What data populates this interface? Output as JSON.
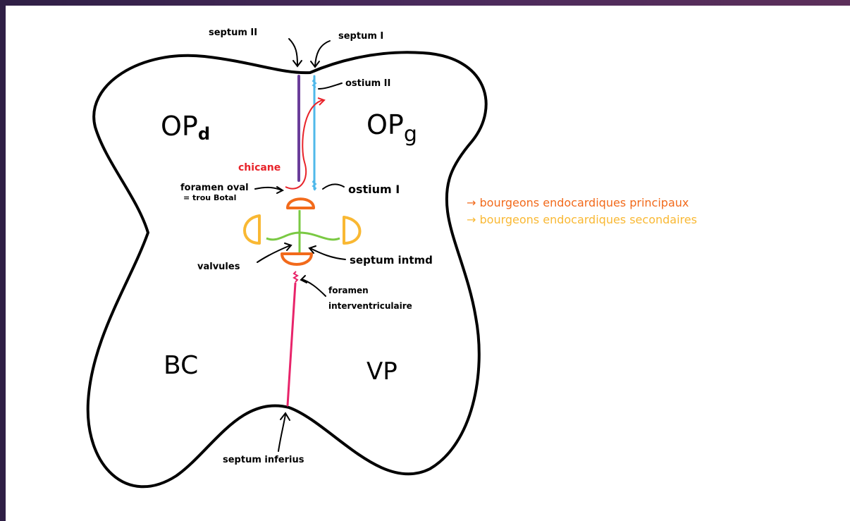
{
  "diagram": {
    "regions": {
      "op_d": "OP",
      "op_d_sub": "d",
      "op_g": "OP",
      "op_g_sub": "g",
      "bc": "BC",
      "vp": "VP"
    },
    "labels": {
      "septum_ii": "septum II",
      "septum_i": "septum I",
      "ostium_ii": "ostium II",
      "chicane": "chicane",
      "ostium_i": "ostium I",
      "foramen_ovale_line1": "foramen oval",
      "foramen_ovale_line2": "= trou Botal",
      "valvules": "valvules",
      "septum_intmd": "septum intmd",
      "foramen_iv_line1": "foramen",
      "foramen_iv_line2": "interventriculaire",
      "septum_inferius": "septum inferius"
    },
    "legend": [
      {
        "text": "→ bourgeons endocardiques principaux",
        "color": "#f26a1b"
      },
      {
        "text": "→ bourgeons endocardiques secondaires",
        "color": "#f9b833"
      }
    ],
    "colors": {
      "outline": "#000000",
      "septum_ii": "#6a3d9a",
      "septum_i": "#4fb8ea",
      "chicane": "#e8232a",
      "septum_inferius": "#e8246a",
      "septum_intmd": "#7ac943",
      "principal_buds": "#f26a1b",
      "secondary_buds": "#f9b833"
    }
  }
}
